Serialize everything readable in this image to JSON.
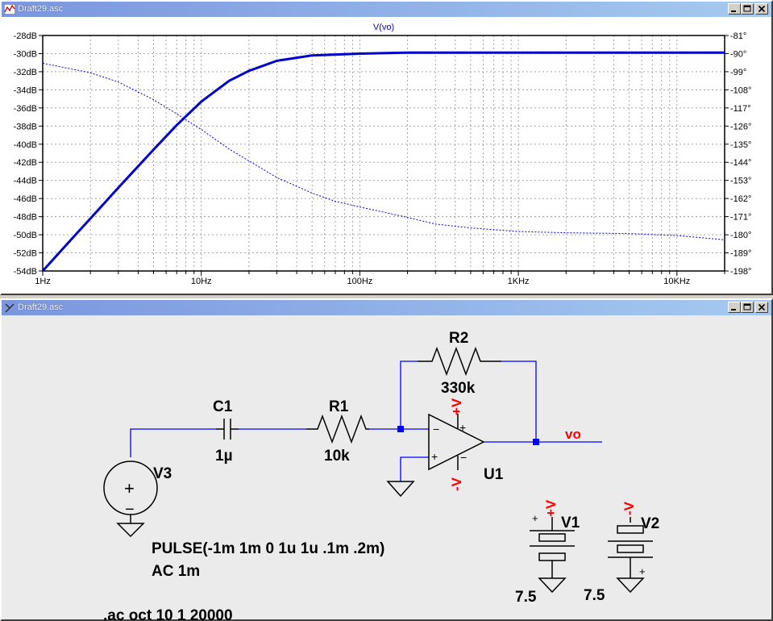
{
  "plot_window": {
    "title": "Draft29.asc",
    "icon": "waveform-plot-icon",
    "minimize_icon": "minimize-icon",
    "maximize_icon": "maximize-icon",
    "close_icon": "close-icon"
  },
  "schematic_window": {
    "title": "Draft29.asc",
    "icon": "schematic-icon",
    "minimize_icon": "minimize-icon",
    "maximize_icon": "maximize-icon",
    "close_icon": "close-icon"
  },
  "chart_data": {
    "type": "line",
    "title": "V(vo)",
    "x_scale": "log",
    "xlim": [
      1,
      20000
    ],
    "xticks": [
      "1Hz",
      "10Hz",
      "100Hz",
      "1KHz",
      "10KHz"
    ],
    "ylim": [
      -54,
      -28
    ],
    "yticks_left": [
      "-28dB",
      "-30dB",
      "-32dB",
      "-34dB",
      "-36dB",
      "-38dB",
      "-40dB",
      "-42dB",
      "-44dB",
      "-46dB",
      "-48dB",
      "-50dB",
      "-52dB",
      "-54dB"
    ],
    "y2lim": [
      -198,
      -81
    ],
    "yticks_right": [
      "-81°",
      "-90°",
      "-99°",
      "-108°",
      "-117°",
      "-126°",
      "-135°",
      "-144°",
      "-153°",
      "-162°",
      "-171°",
      "-180°",
      "-189°",
      "-198°"
    ],
    "grid": true,
    "series": [
      {
        "name": "magnitude",
        "line": "solid",
        "color": "#0000cc",
        "x": [
          1,
          1.5,
          2,
          3,
          5,
          7,
          10,
          15,
          20,
          30,
          50,
          100,
          200,
          1000,
          10000,
          20000
        ],
        "y": [
          -54,
          -50.6,
          -48.2,
          -44.8,
          -40.6,
          -37.9,
          -35.3,
          -33,
          -31.9,
          -30.8,
          -30.2,
          -30,
          -29.9,
          -29.9,
          -29.9,
          -29.9
        ]
      },
      {
        "name": "phase",
        "line": "dashed",
        "color": "#0000cc",
        "x": [
          1,
          2,
          3,
          5,
          7,
          10,
          15,
          20,
          30,
          50,
          70,
          100,
          200,
          300,
          500,
          1000,
          2000,
          5000,
          10000,
          20000
        ],
        "y": [
          -94.8,
          -99.5,
          -104.1,
          -112.9,
          -119.9,
          -127.7,
          -137.4,
          -143.3,
          -151.6,
          -159.3,
          -163.4,
          -166.2,
          -171.4,
          -174.7,
          -176.6,
          -178.4,
          -179,
          -179.4,
          -180.4,
          -182.5
        ]
      }
    ]
  },
  "schematic": {
    "components": {
      "c1": {
        "name": "C1",
        "value": "1µ"
      },
      "r1": {
        "name": "R1",
        "value": "10k"
      },
      "r2": {
        "name": "R2",
        "value": "330k"
      },
      "u1": {
        "name": "U1"
      },
      "v3": {
        "name": "V3",
        "value": "PULSE(-1m 1m 0 1u 1u .1m .2m)",
        "ac": "AC 1m"
      },
      "v1": {
        "name": "V1",
        "value": "7.5"
      },
      "v2": {
        "name": "V2",
        "value": "7.5"
      }
    },
    "net_labels": {
      "vo": "vo",
      "vplus_opamp": "+V",
      "vminus_opamp": "-V",
      "vplus_v1": "+V",
      "vminus_v2": "-V"
    },
    "pin_marks": {
      "plus": "+",
      "minus": "−"
    },
    "directive": ".ac oct 10 1 20000",
    "colors": {
      "wire": "#0000ff",
      "component": "#000000",
      "net_label": "#ff0000",
      "junction": "#0000ff"
    }
  }
}
